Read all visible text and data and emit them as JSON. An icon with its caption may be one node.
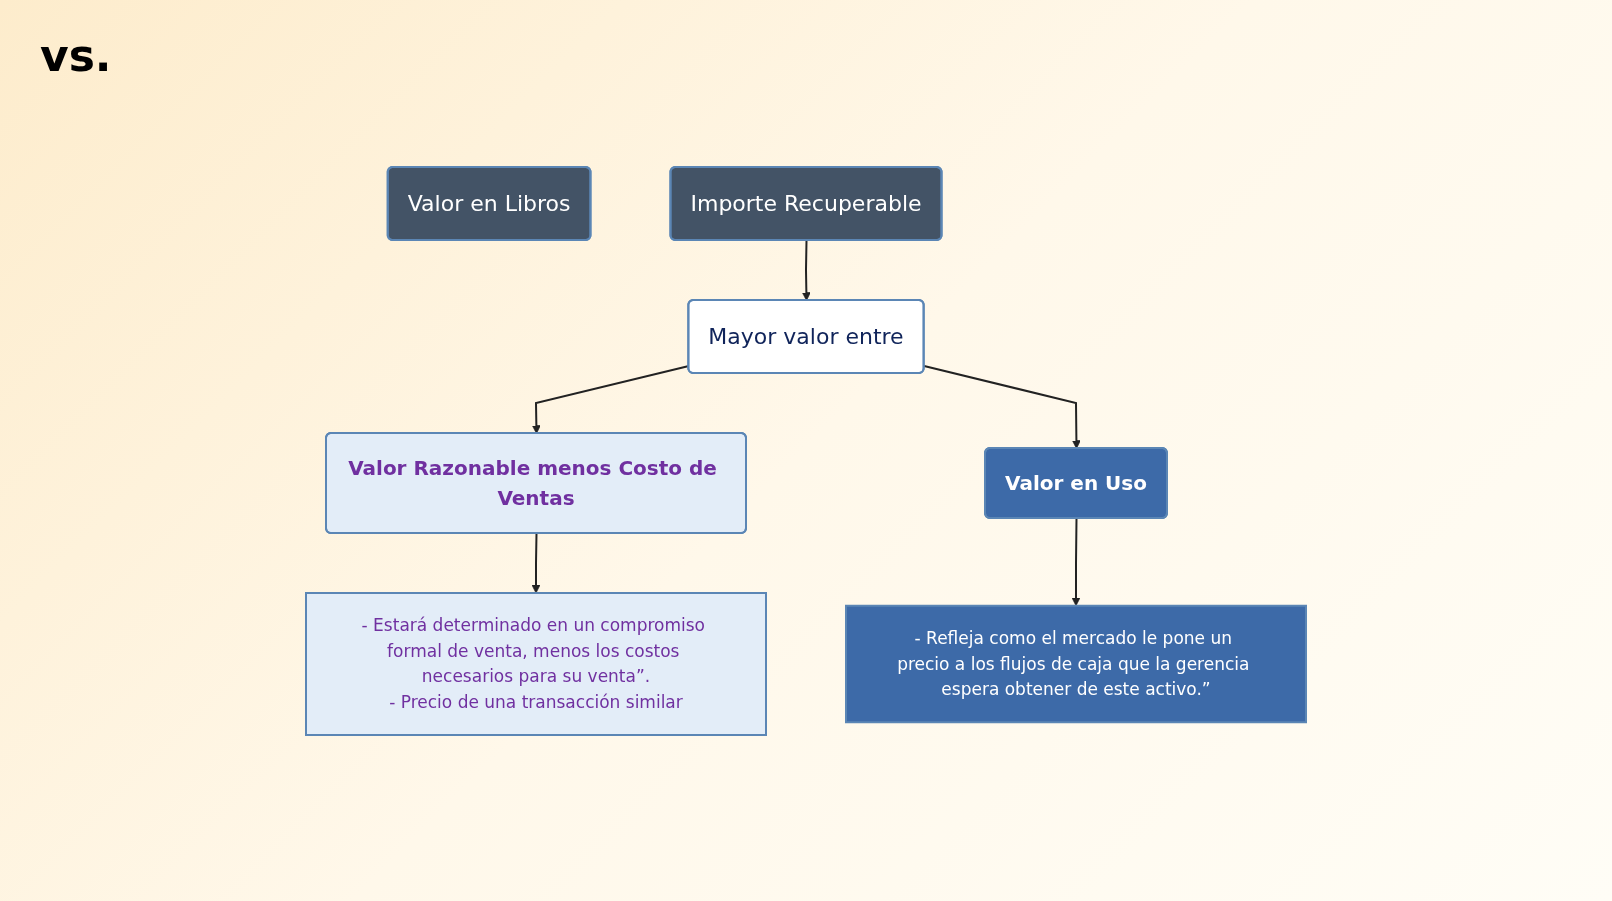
{
  "diagram": {
    "nodes": [
      {
        "text": [
          "Valor en Libros"
        ]
      },
      {
        "text": [
          "Importe Recuperable"
        ]
      },
      {
        "text": [
          "Mayor valor entre"
        ]
      },
      {
        "text": [
          "Valor Razonable menos Costo de Ventas"
        ]
      },
      {
        "text": [
          "Valor en Uso"
        ]
      },
      {
        "text": [
          "- Estará determinado en un compromiso formal de venta, menos los costos necesarios para su venta”.",
          "- Precio de una transacción similar"
        ]
      },
      {
        "text": [
          "- Refleja como el mercado le pone un precio a los flujos de caja que la gerencia espera obtener de este activo.”"
        ]
      }
    ],
    "edges": [
      {
        "from": 1,
        "to": 2,
        "arrow": "to"
      },
      {
        "from": 2,
        "to": 3,
        "arrow": "to"
      },
      {
        "from": 2,
        "to": 4,
        "arrow": "to"
      },
      {
        "from": 3,
        "to": 5,
        "arrow": "to"
      },
      {
        "from": 4,
        "to": 6,
        "arrow": "to"
      }
    ],
    "labels": [
      "vs."
    ]
  }
}
